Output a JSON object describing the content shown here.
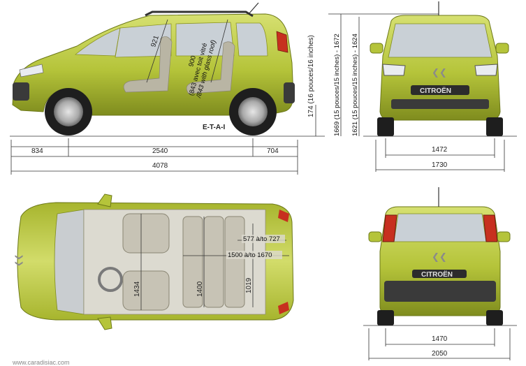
{
  "colors": {
    "body": "#b5c43a",
    "body_dark": "#7f8c1e",
    "body_light": "#d6e071",
    "glass": "#c9d0d6",
    "tire": "#1e1e1e",
    "rim": "#b8b8b8",
    "seat": "#c7c3b5",
    "dim_line": "#333333"
  },
  "side_view": {
    "front_overhang": "834",
    "wheelbase": "2540",
    "rear_overhang": "704",
    "length": "4078",
    "ground_clearance": "174 (16 pouces/16 inches)",
    "front_headroom": "921",
    "rear_headroom_line1": "900",
    "rear_headroom_line2": "(843 avec toit vitré",
    "rear_headroom_line3": "/843 with glass roof)",
    "etai": "E-T-A-I"
  },
  "front_view": {
    "height_1": "1669 (15 pouces/15 inches) - 1672",
    "height_2": "1621 (15 pouces/15 inches) - 1624",
    "front_track": "1472",
    "width": "1730",
    "badge": "CITROËN"
  },
  "top_view": {
    "rear_seat_travel": "577 à/to 727",
    "cargo_length": "1500 à/to 1670",
    "front_elbow_width": "1434",
    "rear_elbow_width": "1400",
    "trunk_width": "1019"
  },
  "rear_view": {
    "rear_track": "1470",
    "width_mirrors": "2050",
    "badge": "CITROËN"
  },
  "watermark": "www.caradisiac.com"
}
